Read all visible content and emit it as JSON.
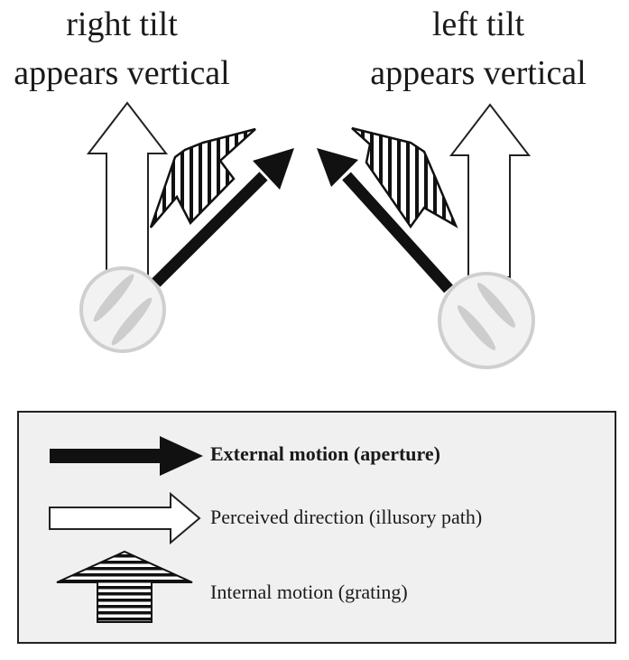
{
  "headings": {
    "left": {
      "line1": "right tilt",
      "line2": "appears vertical"
    },
    "right": {
      "line1": "left tilt",
      "line2": "appears vertical"
    }
  },
  "legend": {
    "items": [
      {
        "icon": "black-arrow-icon",
        "label": "External motion (aperture)",
        "bold": true
      },
      {
        "icon": "white-arrow-icon",
        "label": "Perceived direction (illusory path)",
        "bold": false
      },
      {
        "icon": "striped-arrow-icon",
        "label": "Internal motion (grating)",
        "bold": false
      }
    ]
  },
  "colors": {
    "black": "#111111",
    "white": "#ffffff",
    "aperture_fill": "#f2f2f2",
    "aperture_stroke": "#cfcfcf",
    "grating_bar": "#cdcdcd",
    "legend_bg": "#f0f0f0"
  }
}
